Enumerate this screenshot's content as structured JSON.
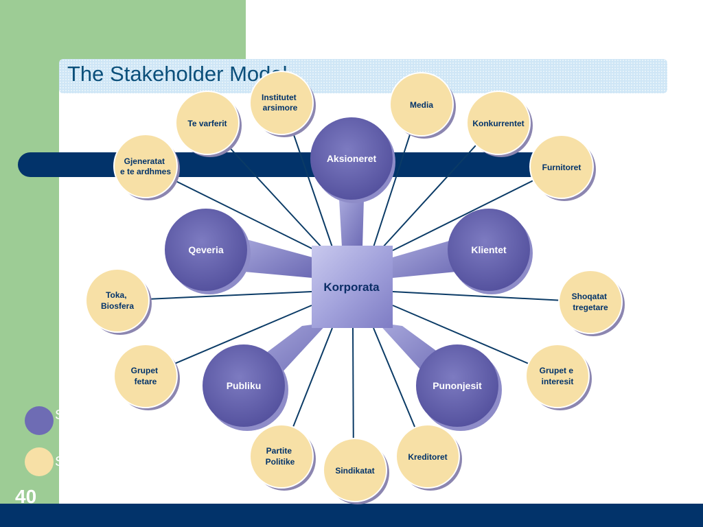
{
  "slide": {
    "title": "The Stakeholder Model",
    "page_number": "40",
    "bullet_1_text": "S",
    "bullet_2_text": "S"
  },
  "colors": {
    "green_panel": "#9dcc95",
    "navy": "#02336a",
    "title_text": "#0b4f7a",
    "major_node": "#5f5da6",
    "minor_node": "#f7e0a6",
    "minor_text": "#02336a",
    "connector_line": "#0b3b66"
  },
  "diagram": {
    "center": "Korporata",
    "major_stakeholders": [
      "Aksioneret",
      "Qeveria",
      "Klientet",
      "Publiku",
      "Punonjesit"
    ],
    "minor_stakeholders": [
      "Institutet arsimore",
      "Media",
      "Te varferit",
      "Konkurrentet",
      "Gjeneratat e te ardhmes",
      "Furnitoret",
      "Toka, Biosfera",
      "Shoqatat tregetare",
      "Grupet fetare",
      "Grupet e interesit",
      "Partite Politike",
      "Sindikatat",
      "Kreditoret"
    ]
  }
}
